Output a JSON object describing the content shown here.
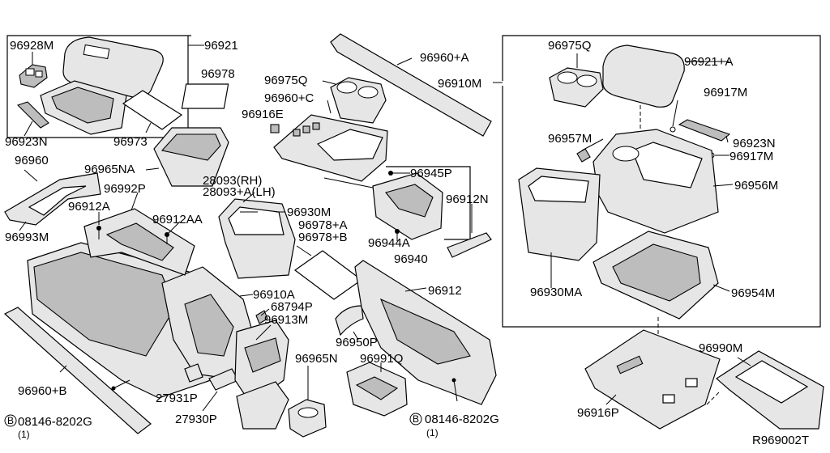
{
  "labels": {
    "p96928M": "96928M",
    "p96921": "96921",
    "p96978": "96978",
    "p96923N": "96923N",
    "p96973": "96973",
    "p96960": "96960",
    "p96965NA": "96965NA",
    "p96993M": "96993M",
    "p96992P": "96992P",
    "p96912A": "96912A",
    "p96912AA": "96912AA",
    "p96975Q_a": "96975Q",
    "p96960C": "96960+C",
    "p96916E": "96916E",
    "p96960A": "96960+A",
    "p96910M": "96910M",
    "p28093RH": "28093(RH)",
    "p28093ALH": "28093+A(LH)",
    "p96930M": "96930M",
    "p96978A": "96978+A",
    "p96978B": "96978+B",
    "p96945P": "96945P",
    "p96944A": "96944A",
    "p96940": "96940",
    "p96912N": "96912N",
    "p96910A": "96910A",
    "p68794P": "68794P",
    "p96913M": "96913M",
    "p96950P": "96950P",
    "p96912": "96912",
    "p96960B": "96960+B",
    "p27931P": "27931P",
    "p27930P": "27930P",
    "p96965N": "96965N",
    "p96991Q": "96991Q",
    "p08146_left": "08146-8202G",
    "p08146_left_qty": "(1)",
    "p08146_right": "08146-8202G",
    "p08146_right_qty": "(1)",
    "bolt_letter_left": "B",
    "bolt_letter_right": "B",
    "p96975Q_b": "96975Q",
    "p96921A": "96921+A",
    "p96917M_a": "96917M",
    "p96957M": "96957M",
    "p96923N_b": "96923N",
    "p96917M_b": "96917M",
    "p96956M": "96956M",
    "p96930MA": "96930MA",
    "p96954M": "96954M",
    "p96990M": "96990M",
    "p96916P": "96916P",
    "ref_code": "R969002T"
  }
}
